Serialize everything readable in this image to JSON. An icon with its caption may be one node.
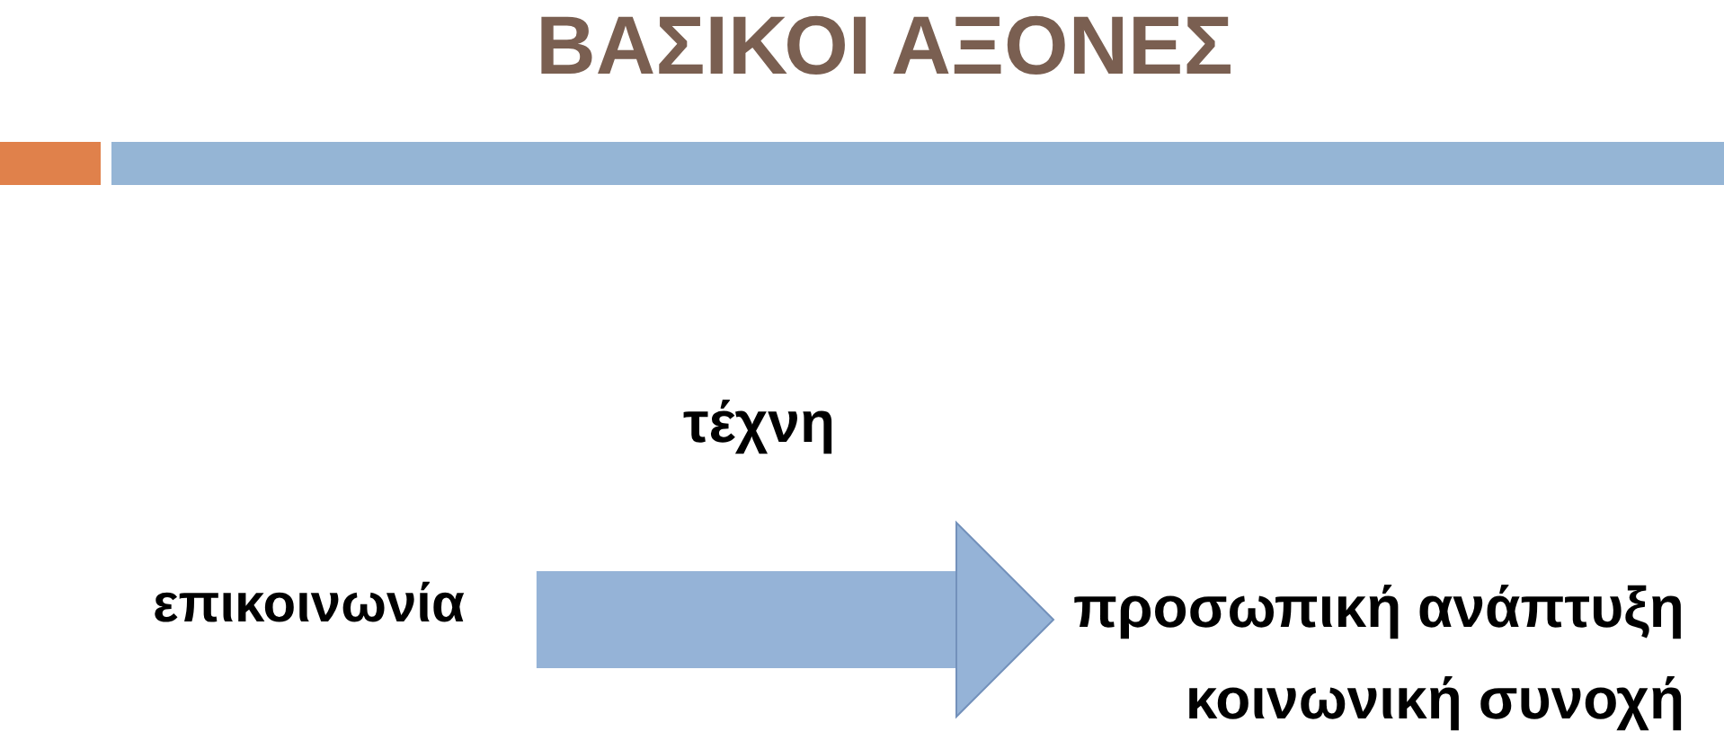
{
  "diagram": {
    "title": "ΒΑΣΙΚΟΙ ΑΞΟΝΕΣ",
    "nodes": [
      {
        "text": [
          "επικοινωνία"
        ]
      },
      {
        "text": [
          "προσωπική ανάπτυξη"
        ]
      }
    ],
    "edges": [
      {
        "from": 0,
        "to": 1,
        "arrow": "to"
      }
    ],
    "labels": [
      "τέχνη",
      "κοινωνική συνοχή"
    ]
  }
}
